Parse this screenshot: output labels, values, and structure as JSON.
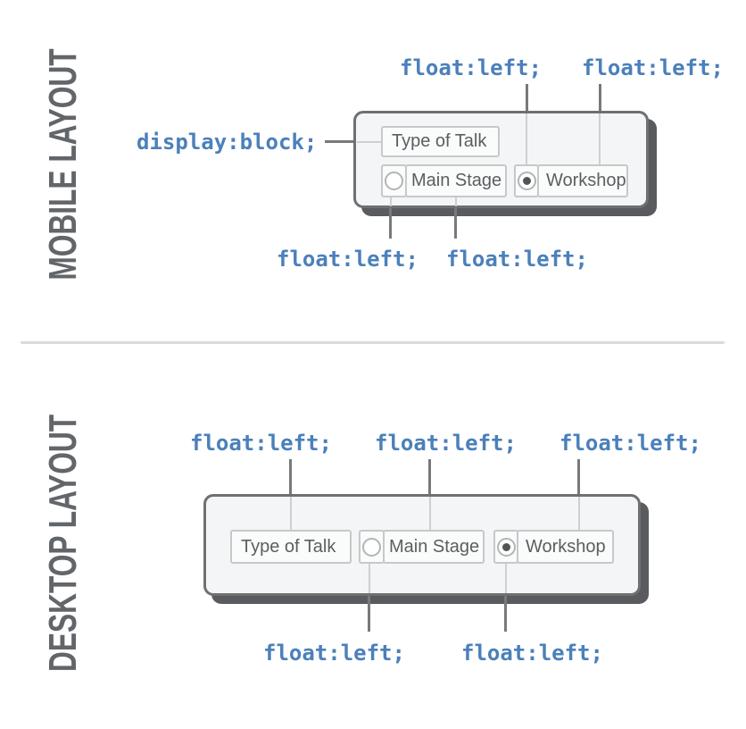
{
  "colors": {
    "code_blue": "#4b80ba",
    "heading_gray": "#62666a",
    "panel_background": "#f4f5f6",
    "panel_border": "#6e7072",
    "panel_shadow": "#595b5f",
    "leader_dark": "#77797c",
    "leader_light": "#cdd0d2",
    "divider_gray": "#d8dadb"
  },
  "mobile_section": {
    "heading": "MOBILE LAYOUT",
    "annotation_display_block": "display:block;",
    "annotations_top": [
      "float:left;",
      "float:left;"
    ],
    "annotations_bottom": [
      "float:left;",
      "float:left;"
    ],
    "panel": {
      "field_label": "Type of Talk",
      "options": [
        {
          "label": "Main Stage",
          "selected": false
        },
        {
          "label": "Workshop",
          "selected": true
        }
      ]
    }
  },
  "desktop_section": {
    "heading": "DESKTOP LAYOUT",
    "annotations_top": [
      "float:left;",
      "float:left;",
      "float:left;"
    ],
    "annotations_bottom": [
      "float:left;",
      "float:left;"
    ],
    "panel": {
      "field_label": "Type of Talk",
      "options": [
        {
          "label": "Main Stage",
          "selected": false
        },
        {
          "label": "Workshop",
          "selected": true
        }
      ]
    }
  }
}
